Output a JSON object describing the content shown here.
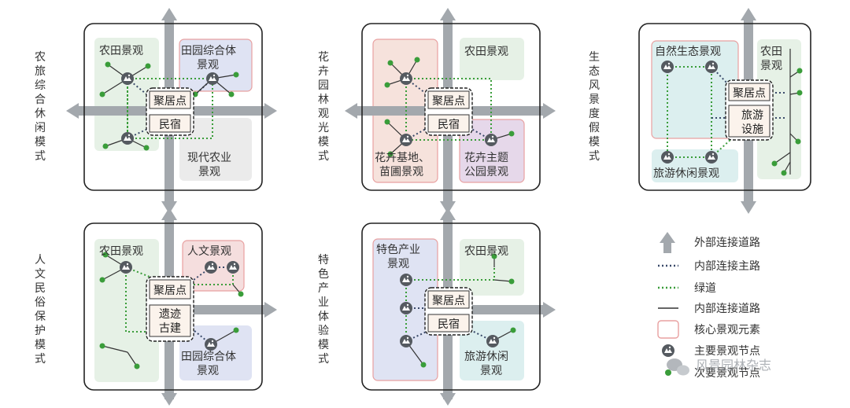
{
  "colors": {
    "axis": "#a3a8ad",
    "frame": "#222222",
    "green_road": "#3a9d3a",
    "node_dark": "#555a60",
    "green_dot": "#3a9d3a",
    "farm_bg": "#e6f1e6",
    "pink_bg": "#f5dede",
    "blue_bg": "#dfe3f3",
    "gray_bg": "#ebebeb",
    "cyan_bg": "#dcefef",
    "purple_bg": "#e6d8ea",
    "salmon_bg": "#f6e2dc",
    "core_border": "#e8a0a0"
  },
  "panels": [
    {
      "mode_label": [
        "农",
        "旅",
        "综",
        "合",
        "休",
        "闲",
        "模",
        "式"
      ],
      "zones": {
        "z1": [
          "农田景观"
        ],
        "z2": [
          "田园综合体",
          "景观"
        ],
        "z3": [
          "现代农业",
          "景观"
        ]
      },
      "center": [
        "聚居点",
        "民宿"
      ]
    },
    {
      "mode_label": [
        "花",
        "卉",
        "园",
        "林",
        "观",
        "光",
        "模",
        "式"
      ],
      "zones": {
        "z1": [
          "农田景观"
        ],
        "z2": [
          "花卉基地、",
          "苗圃景观"
        ],
        "z3": [
          "花卉主题",
          "公园景观"
        ]
      },
      "center": [
        "聚居点",
        "民宿"
      ]
    },
    {
      "mode_label": [
        "生",
        "态",
        "风",
        "景",
        "度",
        "假",
        "模",
        "式"
      ],
      "zones": {
        "z1": [
          "自然生态景观"
        ],
        "z2": [
          "农田",
          "景观"
        ],
        "z3": [
          "旅游休闲景观"
        ]
      },
      "center": [
        "聚居点",
        "旅游",
        "设施"
      ]
    },
    {
      "mode_label": [
        "人",
        "文",
        "民",
        "俗",
        "保",
        "护",
        "模",
        "式"
      ],
      "zones": {
        "z1": [
          "农田景观"
        ],
        "z2": [
          "人文景观"
        ],
        "z3": [
          "田园综合体",
          "景观"
        ]
      },
      "center": [
        "聚居点",
        "遗迹",
        "古建"
      ]
    },
    {
      "mode_label": [
        "特",
        "色",
        "产",
        "业",
        "体",
        "验",
        "模",
        "式"
      ],
      "zones": {
        "z1": [
          "特色产业",
          "景观"
        ],
        "z2": [
          "农田景观"
        ],
        "z3": [
          "旅游休闲",
          "景观"
        ]
      },
      "center": [
        "聚居点",
        "民宿"
      ]
    }
  ],
  "legend": {
    "items": [
      "外部连接道路",
      "内部连接主路",
      "绿道",
      "内部连接道路",
      "核心景观元素",
      "主要景观节点",
      "次要景观节点"
    ]
  },
  "watermark": "风景园林杂志"
}
